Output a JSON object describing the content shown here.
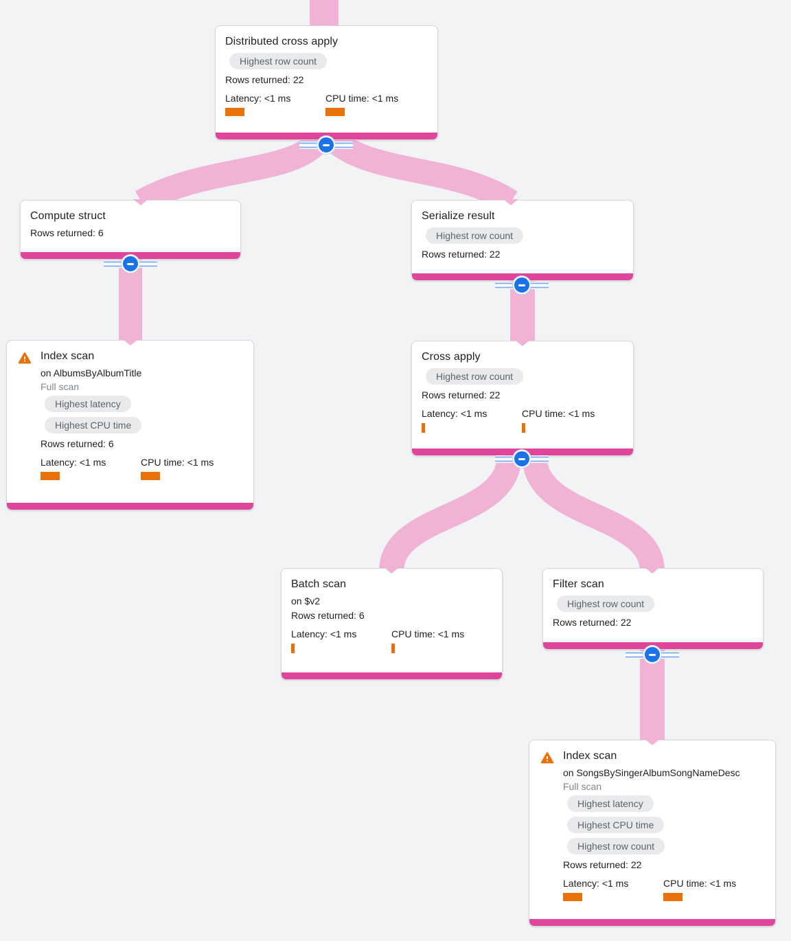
{
  "canvas": {
    "background": "#f1f3f4"
  },
  "palette": {
    "link_pink": "#f0b3d6",
    "node_accent_pink": "#e0459c",
    "badge_bg": "#e9eaec",
    "badge_text": "#5f6368",
    "metric_bar_orange": "#e8710a",
    "warning_orange": "#e8710a",
    "collapse_button_blue": "#1a73e8"
  },
  "icons": {
    "warning": "warning-icon",
    "collapse": "collapse-minus-icon"
  },
  "nodes": [
    {
      "id": "distributed-cross-apply",
      "title": "Distributed cross apply",
      "warning": false,
      "badges": [
        "Highest row count"
      ],
      "rows_returned": "Rows returned: 22",
      "metrics": [
        {
          "label": "Latency: <1 ms",
          "bar": "wide"
        },
        {
          "label": "CPU time: <1 ms",
          "bar": "wide"
        }
      ],
      "collapsible": true
    },
    {
      "id": "compute-struct",
      "title": "Compute struct",
      "warning": false,
      "badges": [],
      "rows_returned": "Rows returned: 6",
      "metrics": [],
      "collapsible": true
    },
    {
      "id": "serialize-result",
      "title": "Serialize result",
      "warning": false,
      "badges": [
        "Highest row count"
      ],
      "rows_returned": "Rows returned: 22",
      "metrics": [],
      "collapsible": true
    },
    {
      "id": "index-scan-albums",
      "title": "Index scan",
      "warning": true,
      "subtitle": "on AlbumsByAlbumTitle",
      "note": "Full scan",
      "badges": [
        "Highest latency",
        "Highest CPU time"
      ],
      "rows_returned": "Rows returned: 6",
      "metrics": [
        {
          "label": "Latency: <1 ms",
          "bar": "wide"
        },
        {
          "label": "CPU time: <1 ms",
          "bar": "wide"
        }
      ],
      "collapsible": false
    },
    {
      "id": "cross-apply",
      "title": "Cross apply",
      "warning": false,
      "badges": [
        "Highest row count"
      ],
      "rows_returned": "Rows returned: 22",
      "metrics": [
        {
          "label": "Latency: <1 ms",
          "bar": "thin"
        },
        {
          "label": "CPU time: <1 ms",
          "bar": "thin"
        }
      ],
      "collapsible": true
    },
    {
      "id": "batch-scan",
      "title": "Batch scan",
      "warning": false,
      "subtitle": "on $v2",
      "badges": [],
      "rows_returned": "Rows returned: 6",
      "metrics": [
        {
          "label": "Latency: <1 ms",
          "bar": "thin"
        },
        {
          "label": "CPU time: <1 ms",
          "bar": "thin"
        }
      ],
      "collapsible": false
    },
    {
      "id": "filter-scan",
      "title": "Filter scan",
      "warning": false,
      "badges": [
        "Highest row count"
      ],
      "rows_returned": "Rows returned: 22",
      "metrics": [],
      "collapsible": true
    },
    {
      "id": "index-scan-songs",
      "title": "Index scan",
      "warning": true,
      "subtitle": "on SongsBySingerAlbumSongNameDesc",
      "note": "Full scan",
      "badges": [
        "Highest latency",
        "Highest CPU time",
        "Highest row count"
      ],
      "rows_returned": "Rows returned: 22",
      "metrics": [
        {
          "label": "Latency: <1 ms",
          "bar": "wide"
        },
        {
          "label": "CPU time: <1 ms",
          "bar": "wide"
        }
      ],
      "collapsible": false
    }
  ],
  "edges": [
    {
      "from": null,
      "to": "distributed-cross-apply"
    },
    {
      "from": "distributed-cross-apply",
      "to": "compute-struct"
    },
    {
      "from": "distributed-cross-apply",
      "to": "serialize-result"
    },
    {
      "from": "compute-struct",
      "to": "index-scan-albums"
    },
    {
      "from": "serialize-result",
      "to": "cross-apply"
    },
    {
      "from": "cross-apply",
      "to": "batch-scan"
    },
    {
      "from": "cross-apply",
      "to": "filter-scan"
    },
    {
      "from": "filter-scan",
      "to": "index-scan-songs"
    }
  ]
}
